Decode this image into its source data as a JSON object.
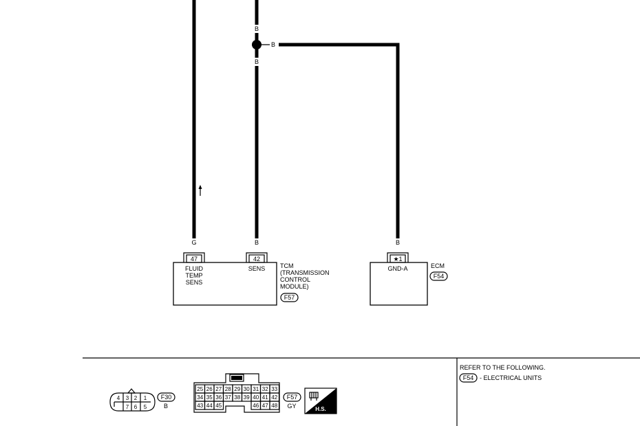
{
  "wires": {
    "left_color": "G",
    "mid_color_top": "B",
    "mid_color_bottom": "B",
    "branch_color": "B",
    "mid_color_end": "B",
    "right_color_end": "B"
  },
  "tcm": {
    "pin_47": "47",
    "pin_42": "42",
    "label_47_line1": "FLUID",
    "label_47_line2": "TEMP",
    "label_47_line3": "SENS",
    "label_42": "SENS",
    "name_line1": "TCM",
    "name_line2": "(TRANSMISSION",
    "name_line3": "CONTROL",
    "name_line4": "MODULE)",
    "connector": "F57"
  },
  "ecm": {
    "pin": "★1",
    "pin_label": "GND-A",
    "name": "ECM",
    "connector": "F54"
  },
  "legend": {
    "f30_pins_top": [
      "4",
      "3",
      "2",
      "1"
    ],
    "f30_pins_bottom": [
      "7",
      "6",
      "5"
    ],
    "f30_id": "F30",
    "f30_color": "B",
    "f57_row1": [
      "25",
      "26",
      "27",
      "28",
      "29",
      "30",
      "31",
      "32",
      "33"
    ],
    "f57_row2": [
      "34",
      "35",
      "36",
      "37",
      "38",
      "39",
      "40",
      "41",
      "42"
    ],
    "f57_row3_left": [
      "43",
      "44",
      "45"
    ],
    "f57_row3_right": [
      "46",
      "47",
      "48"
    ],
    "f57_id": "F57",
    "f57_color": "GY",
    "hs_label": "H.S.",
    "refer_text": "REFER TO THE FOLLOWING.",
    "refer_id": "F54",
    "refer_item": "- ELECTRICAL UNITS"
  },
  "colors": {
    "line": "#000000",
    "background": "#ffffff"
  }
}
